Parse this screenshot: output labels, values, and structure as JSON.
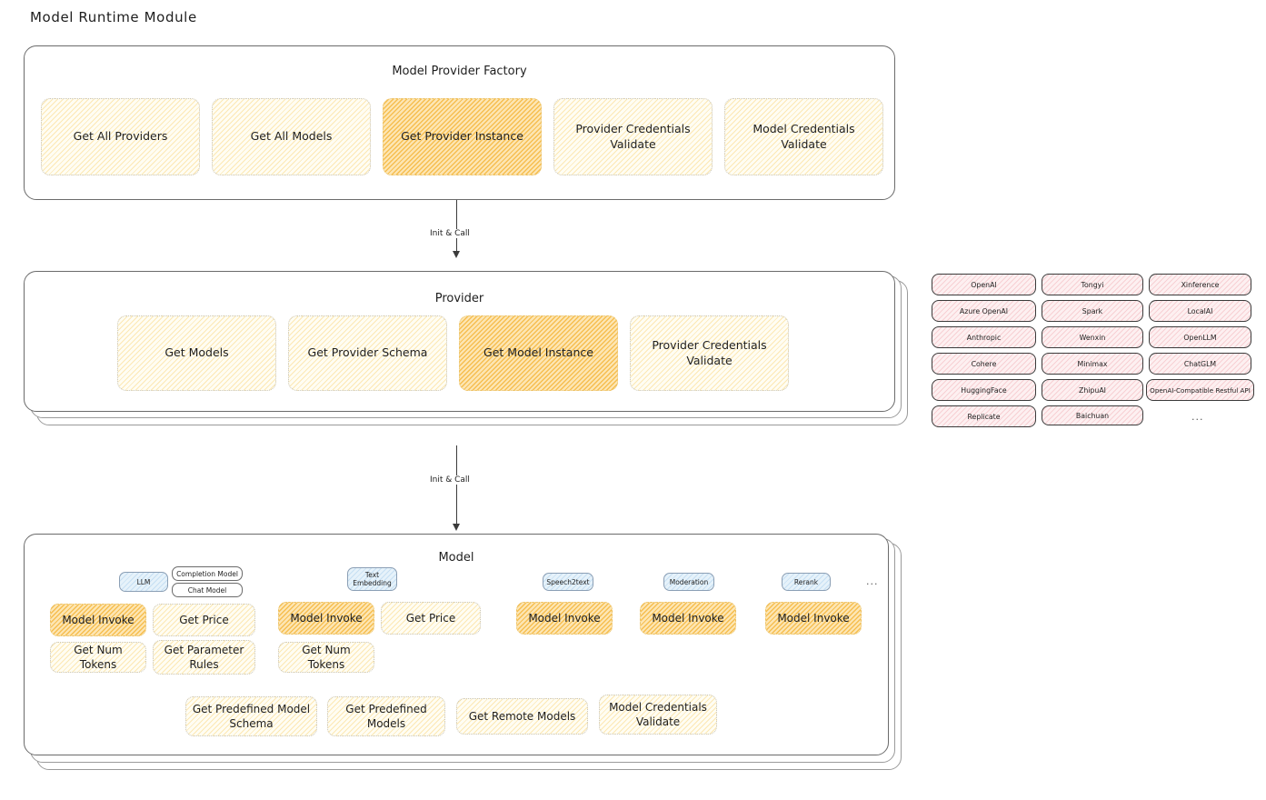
{
  "page": {
    "title": "Model Runtime Module"
  },
  "factory": {
    "title": "Model Provider Factory",
    "cards": [
      {
        "label": "Get All Providers",
        "highlighted": false
      },
      {
        "label": "Get All Models",
        "highlighted": false
      },
      {
        "label": "Get Provider Instance",
        "highlighted": true
      },
      {
        "label": "Provider Credentials Validate",
        "highlighted": false
      },
      {
        "label": "Model Credentials Validate",
        "highlighted": false
      }
    ]
  },
  "arrows": [
    {
      "label": "Init & Call"
    },
    {
      "label": "Init & Call"
    }
  ],
  "provider": {
    "title": "Provider",
    "cards": [
      {
        "label": "Get Models",
        "highlighted": false
      },
      {
        "label": "Get Provider Schema",
        "highlighted": false
      },
      {
        "label": "Get Model Instance",
        "highlighted": true
      },
      {
        "label": "Provider Credentials Validate",
        "highlighted": false
      }
    ]
  },
  "provider_list": {
    "column1": [
      "OpenAI",
      "Azure OpenAI",
      "Anthropic",
      "Cohere",
      "HuggingFace",
      "Replicate"
    ],
    "column2": [
      "Tongyi",
      "Spark",
      "Wenxin",
      "Minimax",
      "ZhipuAI",
      "Baichuan"
    ],
    "column3": [
      "Xinference",
      "LocalAI",
      "OpenLLM",
      "ChatGLM",
      "OpenAI-Compatible Restful API"
    ],
    "more": "..."
  },
  "model": {
    "title": "Model",
    "more": "...",
    "types": [
      {
        "name": "LLM",
        "sub": [
          "Completion Model",
          "Chat Model"
        ]
      },
      {
        "name": "Text\nEmbedding",
        "sub": []
      },
      {
        "name": "Speech2text",
        "sub": []
      },
      {
        "name": "Moderation",
        "sub": []
      },
      {
        "name": "Rerank",
        "sub": []
      }
    ],
    "llm_cards": [
      {
        "label": "Model Invoke",
        "highlighted": true
      },
      {
        "label": "Get Price",
        "highlighted": false
      },
      {
        "label": "Get Num Tokens",
        "highlighted": false
      },
      {
        "label": "Get Parameter Rules",
        "highlighted": false
      }
    ],
    "embedding_cards": [
      {
        "label": "Model Invoke",
        "highlighted": true
      },
      {
        "label": "Get Price",
        "highlighted": false
      },
      {
        "label": "Get Num Tokens",
        "highlighted": false
      }
    ],
    "speech2text_cards": [
      {
        "label": "Model Invoke",
        "highlighted": true
      }
    ],
    "moderation_cards": [
      {
        "label": "Model Invoke",
        "highlighted": true
      }
    ],
    "rerank_cards": [
      {
        "label": "Model Invoke",
        "highlighted": true
      }
    ],
    "common_cards": [
      {
        "label": "Get Predefined Model Schema",
        "highlighted": false
      },
      {
        "label": "Get Predefined Models",
        "highlighted": false
      },
      {
        "label": "Get Remote Models",
        "highlighted": false
      },
      {
        "label": "Model Credentials Validate",
        "highlighted": false
      }
    ]
  },
  "colors": {
    "card_fill": "#fffdf3",
    "card_highlight_fill": "#fde6b4",
    "badge_fill": "#e6f2fa",
    "provider_tag_fill": "#fdf0f1",
    "stroke": "#1e1e1e"
  }
}
